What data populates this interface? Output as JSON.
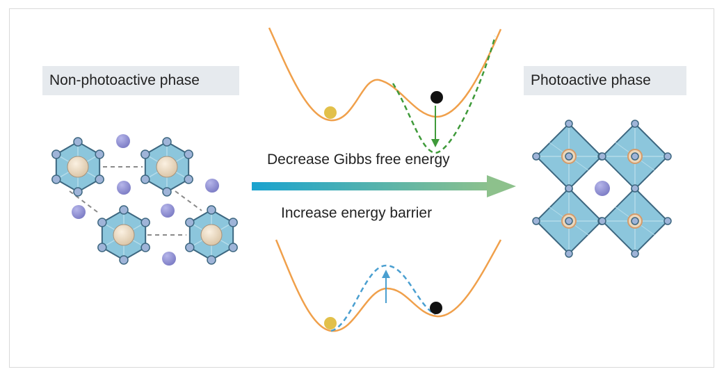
{
  "labels": {
    "left_phase": "Non-photoactive phase",
    "right_phase": "Photoactive phase"
  },
  "arrow": {
    "top_text": "Decrease Gibbs free energy",
    "bottom_text": "Increase energy barrier"
  },
  "colors": {
    "energy_curve": "#f0a04b",
    "green_dashed": "#3f9a3a",
    "blue_dashed": "#4a9fd0",
    "yellow_ball": "#e2c04a",
    "black_ball": "#111111",
    "octahedron_fill": "#8cc6dc",
    "octahedron_edge": "#3d6780",
    "anion_node": "#9fb4d8",
    "cation": "#8f8fd0",
    "center_atom": "#ecd8bc",
    "arrow_start": "#1aa3cf",
    "arrow_end": "#8dc18c"
  }
}
